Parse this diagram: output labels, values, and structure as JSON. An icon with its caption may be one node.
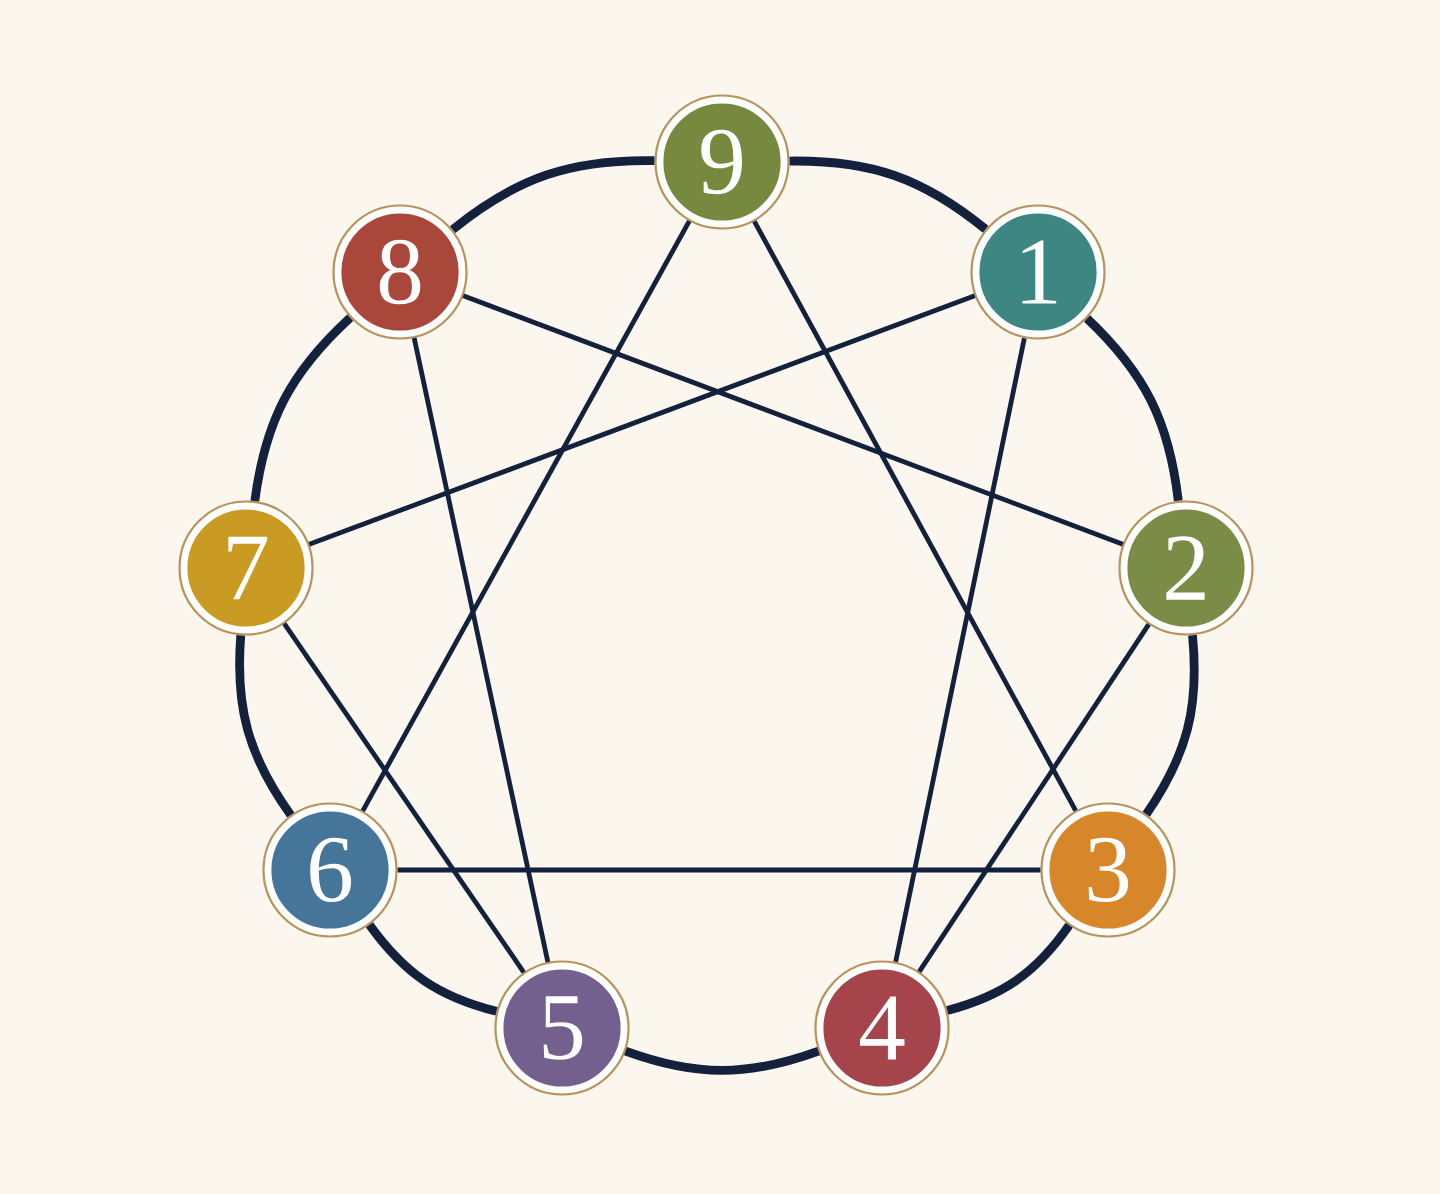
{
  "diagram": {
    "nodes": [
      {
        "text": [
          "9"
        ]
      },
      {
        "text": [
          "8"
        ]
      },
      {
        "text": [
          "1"
        ]
      },
      {
        "text": [
          "7"
        ]
      },
      {
        "text": [
          "2"
        ]
      },
      {
        "text": [
          "6"
        ]
      },
      {
        "text": [
          "3"
        ]
      },
      {
        "text": [
          "5"
        ]
      },
      {
        "text": [
          "4"
        ]
      }
    ],
    "edges": [
      {
        "from": 2,
        "to": 8,
        "arrow": "none"
      },
      {
        "from": 8,
        "to": 4,
        "arrow": "none"
      },
      {
        "from": 4,
        "to": 1,
        "arrow": "none"
      },
      {
        "from": 1,
        "to": 7,
        "arrow": "none"
      },
      {
        "from": 7,
        "to": 3,
        "arrow": "none"
      },
      {
        "from": 3,
        "to": 2,
        "arrow": "none"
      },
      {
        "from": 0,
        "to": 5,
        "arrow": "none"
      },
      {
        "from": 5,
        "to": 6,
        "arrow": "none"
      },
      {
        "from": 6,
        "to": 0,
        "arrow": "none"
      },
      {
        "from": 0,
        "to": 2,
        "arrow": "none",
        "style": "thick"
      },
      {
        "from": 2,
        "to": 4,
        "arrow": "none",
        "style": "thick"
      },
      {
        "from": 4,
        "to": 6,
        "arrow": "none",
        "style": "thick"
      },
      {
        "from": 6,
        "to": 8,
        "arrow": "none",
        "style": "thick"
      },
      {
        "from": 8,
        "to": 7,
        "arrow": "none",
        "style": "thick"
      },
      {
        "from": 7,
        "to": 5,
        "arrow": "none",
        "style": "thick"
      },
      {
        "from": 5,
        "to": 3,
        "arrow": "none",
        "style": "thick"
      },
      {
        "from": 3,
        "to": 1,
        "arrow": "none",
        "style": "thick"
      },
      {
        "from": 1,
        "to": 0,
        "arrow": "none",
        "style": "thick"
      }
    ]
  }
}
